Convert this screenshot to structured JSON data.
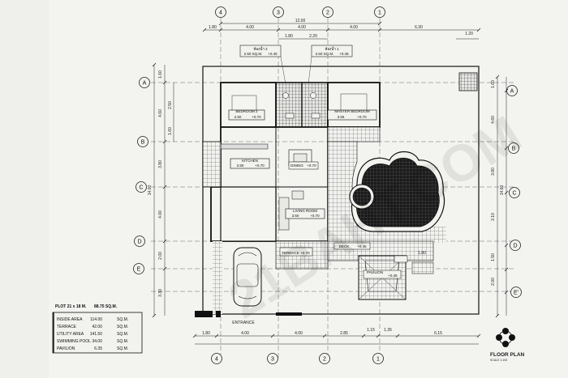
{
  "grid": {
    "columns": [
      "4",
      "3",
      "2",
      "1"
    ],
    "rows": [
      "A",
      "B",
      "C",
      "D",
      "E",
      "E'"
    ]
  },
  "dimensions": {
    "top_overall": "12.00",
    "top_right": "1.20",
    "top_segments": [
      "1.80",
      "4.00",
      "4.00",
      "4.00",
      "6.30"
    ],
    "top_inner": [
      "1.80",
      "2.20"
    ],
    "bottom_segments": [
      "1.80",
      "4.00",
      "4.00",
      "2.85",
      "1.15",
      "1.35",
      "6.15"
    ],
    "left_outer": "14.00",
    "left_inner": [
      "1.60",
      "4.60",
      "3.80",
      "4.00",
      "2.00",
      "3.30"
    ],
    "left_sub": [
      "2.50",
      "1.60"
    ],
    "right_outer": "14.60",
    "right_inner": [
      "1.60",
      "4.60",
      "3.80",
      "3.10",
      "1.50",
      "2.00"
    ],
    "pavilion_width": "1.80",
    "top_right_small": "1.20"
  },
  "rooms": {
    "toilet_2": {
      "name": "ห้องน้ำ 2",
      "area": "2.50 SQ.M.",
      "level": "+0.45"
    },
    "toilet_1": {
      "name": "ห้องน้ำ 1",
      "area": "2.60 SQ.M.",
      "level": "+0.45"
    },
    "bedroom_2": {
      "name": "BEDROOM 2",
      "area": "2.50",
      "level": "+0.70"
    },
    "master_bedroom": {
      "name": "MASTER BEDROOM",
      "area": "3.55",
      "level": "+0.70"
    },
    "kitchen": {
      "name": "KITCHEN",
      "area": "3.50",
      "level": "+0.70"
    },
    "dining": {
      "name": "DINING",
      "level": "+0.70"
    },
    "living_room": {
      "name": "LIVING ROOM",
      "area": "3.50",
      "level": "+0.70"
    },
    "terrace": {
      "name": "TERRACE",
      "level": "+0.70"
    },
    "pavilion": {
      "name": "PAVILION",
      "level": "+0.45"
    },
    "deck": {
      "name": "DECK",
      "level": "+0.45"
    }
  },
  "labels": {
    "entrance": "ENTRANCE",
    "floor_plan": "FLOOR PLAN",
    "scale": "SCALE 1:100",
    "watermark": "21BAHT.COM"
  },
  "area_table": {
    "title": "PLOT 21 x 18 M.",
    "total": "88.75 SQ.M.",
    "rows": [
      {
        "label": "INSIDE AREA",
        "value": "114.00",
        "unit": "SQ.M."
      },
      {
        "label": "TERRACE",
        "value": "42.00",
        "unit": "SQ.M."
      },
      {
        "label": "UTILITY AREA",
        "value": "141.50",
        "unit": "SQ.M."
      },
      {
        "label": "SWIMMING POOL",
        "value": "34.00",
        "unit": "SQ.M."
      },
      {
        "label": "PAVILION",
        "value": "6.35",
        "unit": "SQ.M."
      }
    ]
  }
}
